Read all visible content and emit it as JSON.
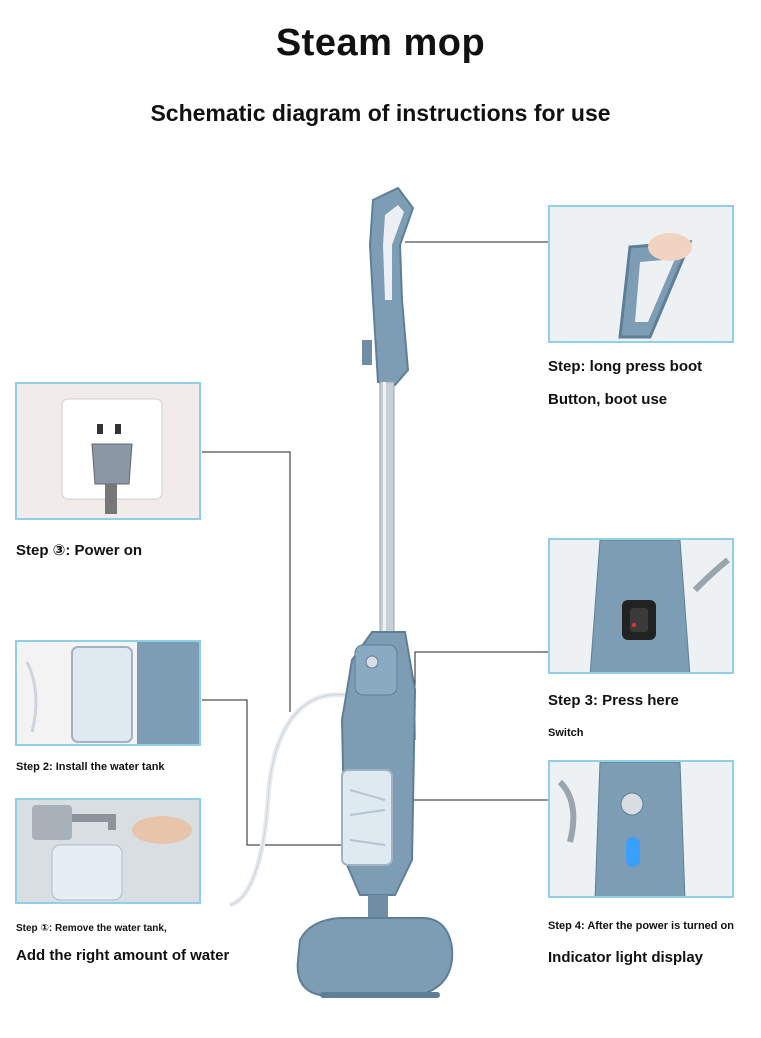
{
  "header": {
    "title": "Steam mop",
    "subtitle": "Schematic diagram of instructions for use"
  },
  "steps": {
    "boot": {
      "line1": "Step: long press boot",
      "line2": "Button, boot use"
    },
    "power": {
      "label": "Step ③: Power on"
    },
    "switch": {
      "line1": "Step 3: Press here",
      "line2": "Switch"
    },
    "tank": {
      "label": "Step 2: Install the water tank"
    },
    "indicator": {
      "line1": "Step 4: After the power is turned on",
      "line2": "Indicator light display"
    },
    "water": {
      "line1": "Step ①: Remove the water tank,",
      "line2": "Add the right amount of water"
    }
  },
  "colors": {
    "mop_body": "#7d9db5",
    "mop_dark": "#5f7f98",
    "panel_border": "#8fd0e6",
    "indicator_light": "#3aa0ff"
  }
}
